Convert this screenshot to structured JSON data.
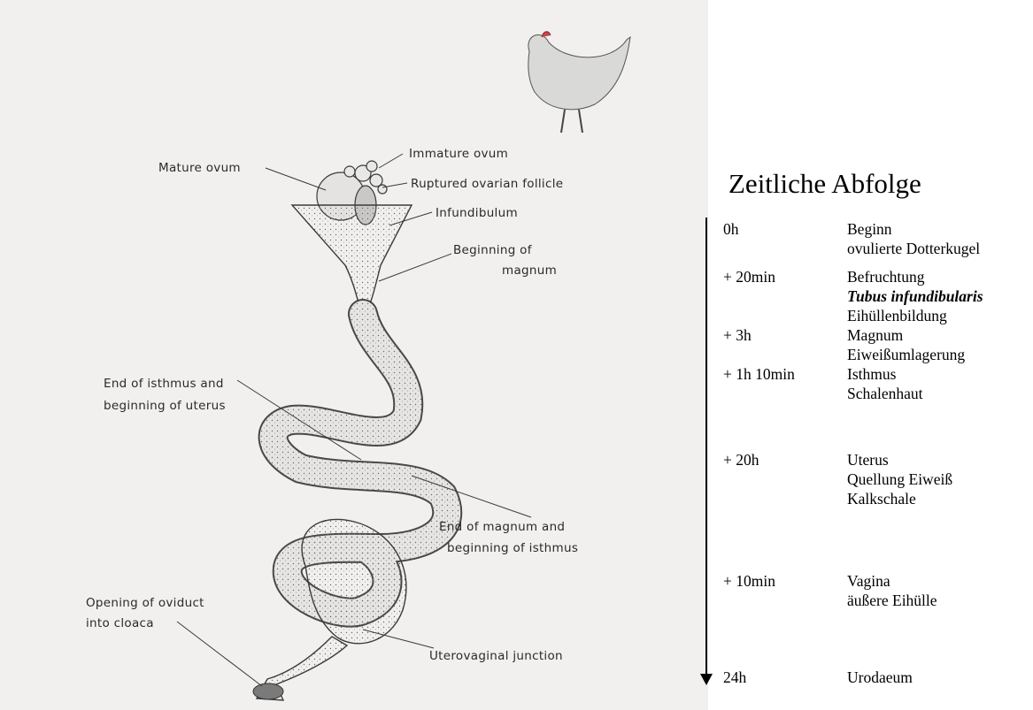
{
  "figure": {
    "labels": {
      "mature_ovum": "Mature ovum",
      "immature_ovum": "Immature ovum",
      "ruptured_follicle": "Ruptured ovarian follicle",
      "infundibulum": "Infundibulum",
      "beginning_of": "Beginning of",
      "magnum": "magnum",
      "end_isthmus_1": "End of isthmus and",
      "end_isthmus_2": "beginning of uterus",
      "end_magnum_1": "End of magnum and",
      "end_magnum_2": "beginning of isthmus",
      "opening_1": "Opening of oviduct",
      "opening_2": "into cloaca",
      "uterovaginal": "Uterovaginal junction"
    },
    "colors": {
      "paper": "#f1f0ee",
      "ink": "#2a2a2a"
    }
  },
  "timeline": {
    "title": "Zeitliche Abfolge",
    "entries": [
      {
        "time": "0h",
        "lines": [
          "Beginn",
          "ovulierte Dotterkugel"
        ]
      },
      {
        "time": "+ 20min",
        "lines": [
          "Befruchtung",
          "Tubus infundibularis",
          "Eihüllenbildung"
        ]
      },
      {
        "time": "+ 3h",
        "lines": [
          "Magnum",
          "Eiweißumlagerung"
        ]
      },
      {
        "time": "+ 1h 10min",
        "lines": [
          "Isthmus",
          "Schalenhaut"
        ]
      },
      {
        "time": "+ 20h",
        "lines": [
          "Uterus",
          "Quellung Eiweiß",
          "Kalkschale"
        ]
      },
      {
        "time": "+ 10min",
        "lines": [
          "Vagina",
          "äußere Eihülle"
        ]
      },
      {
        "time": "24h",
        "lines": [
          "Urodaeum"
        ]
      }
    ]
  }
}
